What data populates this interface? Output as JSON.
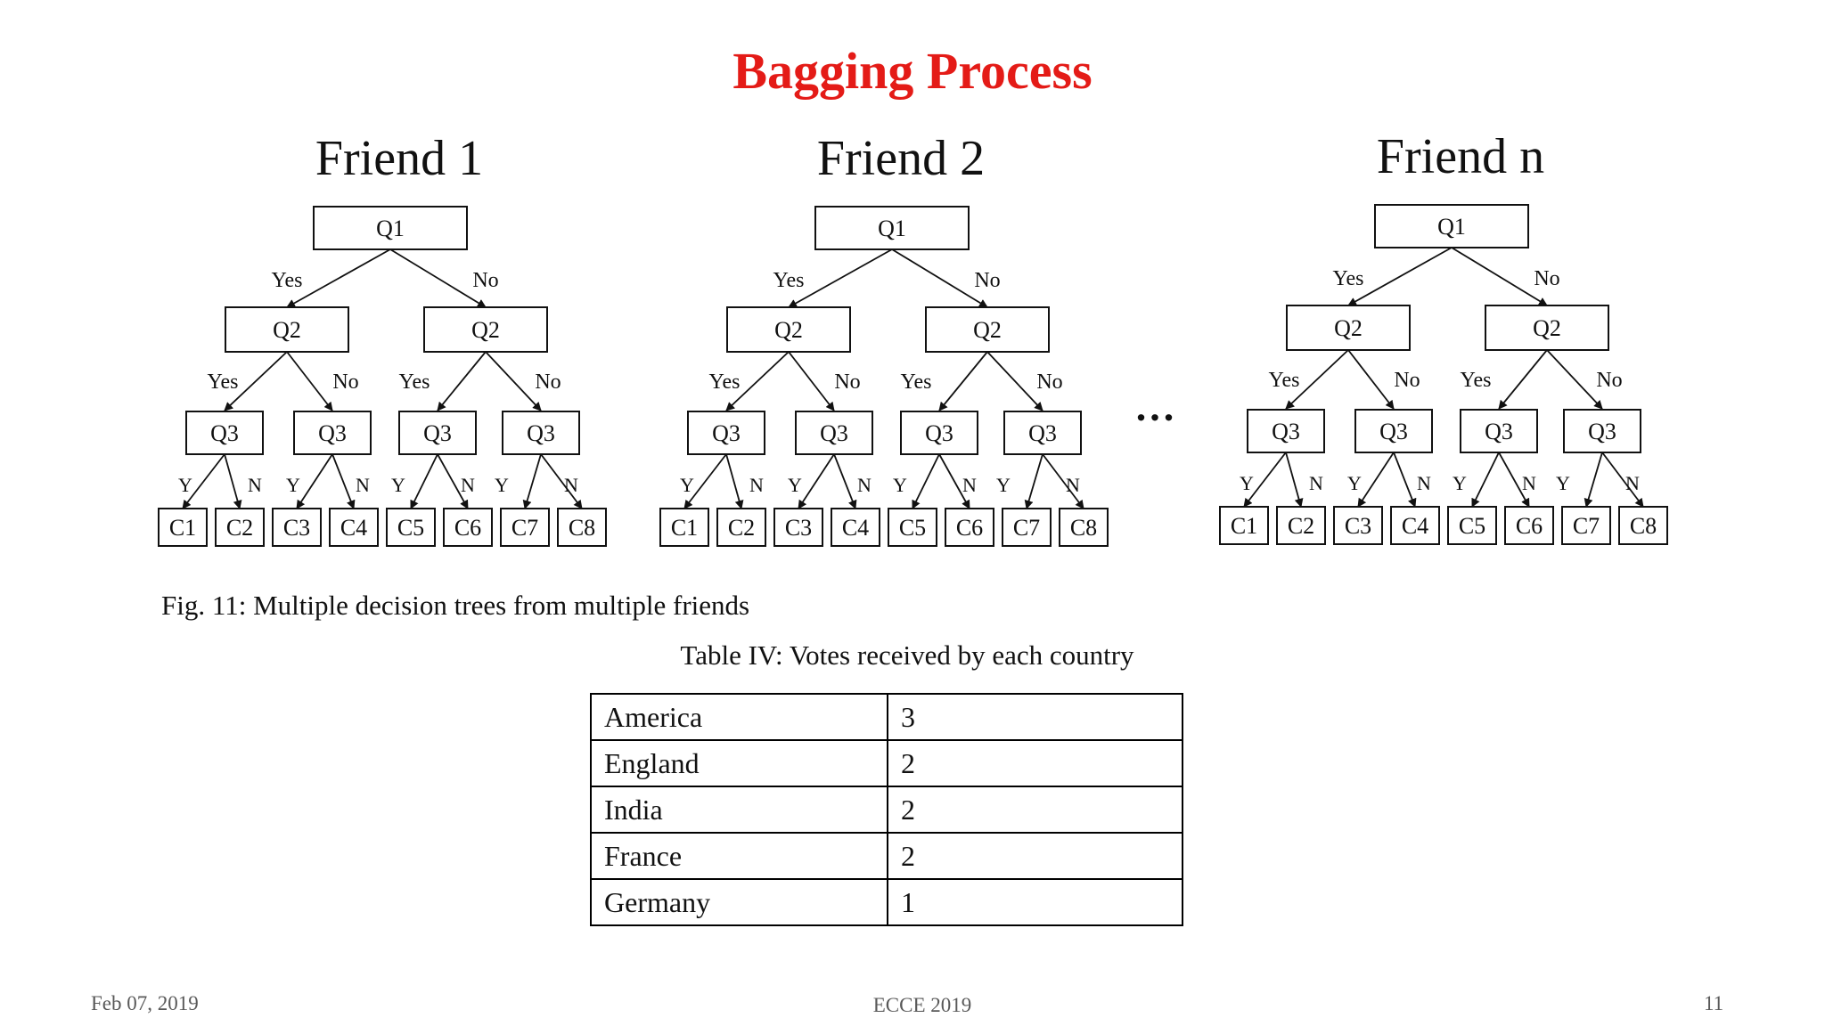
{
  "slide": {
    "title": "Bagging Process",
    "figure_caption": "Fig. 11: Multiple decision trees from multiple friends",
    "table_caption": "Table IV: Votes received by each country"
  },
  "trees": [
    {
      "title": "Friend 1"
    },
    {
      "title": "Friend 2"
    },
    {
      "title": "Friend n"
    }
  ],
  "tree_labels": {
    "root": "Q1",
    "level2": "Q2",
    "level3": "Q3",
    "yes": "Yes",
    "no": "No",
    "y": "Y",
    "n": "N",
    "leaves": [
      "C1",
      "C2",
      "C3",
      "C4",
      "C5",
      "C6",
      "C7",
      "C8"
    ]
  },
  "ellipsis": "...",
  "votes_table": [
    {
      "country": "America",
      "votes": "3"
    },
    {
      "country": "England",
      "votes": "2"
    },
    {
      "country": "India",
      "votes": "2"
    },
    {
      "country": "France",
      "votes": "2"
    },
    {
      "country": "Germany",
      "votes": "1"
    }
  ],
  "footer": {
    "date": "Feb 07, 2019",
    "event": "ECCE 2019",
    "page": "11"
  }
}
